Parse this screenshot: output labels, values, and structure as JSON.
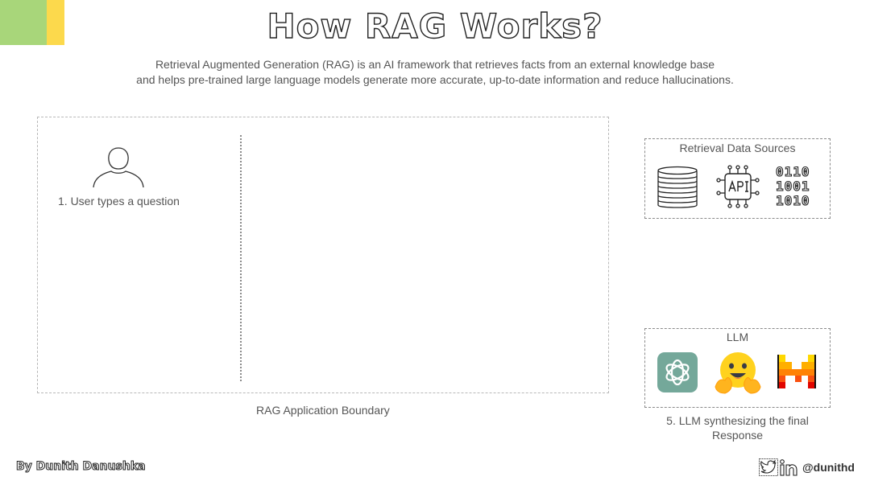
{
  "header": {
    "title": "How RAG Works?",
    "subtitle_line1": "Retrieval Augmented Generation (RAG) is an AI framework that retrieves facts from an external knowledge base",
    "subtitle_line2": "and helps pre-trained large language models generate more accurate, up-to-date information and reduce hallucinations."
  },
  "colors": {
    "corner_green": "#a8d67a",
    "corner_yellow": "#fcd94c",
    "openai_tile": "#74a89a",
    "huggingface": "#ffd21e",
    "mistral_orange": "#f2561d"
  },
  "diagram": {
    "step1_label": "1. User types a question",
    "boundary_label": "RAG Application Boundary",
    "user_icon": "user-silhouette-icon"
  },
  "sources": {
    "title": "Retrieval Data Sources",
    "icons": [
      "database-icon",
      "api-chip-icon",
      "binary-data-icon"
    ],
    "binary_lines": [
      "0110",
      "1001",
      "1010"
    ]
  },
  "llm": {
    "title": "LLM",
    "icons": [
      "openai-logo-icon",
      "huggingface-logo-icon",
      "mistral-logo-icon"
    ],
    "step5_line1": "5. LLM synthesizing the final",
    "step5_line2": "Response"
  },
  "footer": {
    "author": "By Dunith Danushka",
    "handle": "@dunithd",
    "icons": [
      "twitter-icon",
      "linkedin-icon"
    ]
  }
}
